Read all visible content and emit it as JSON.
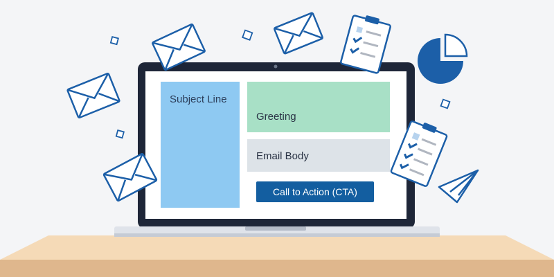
{
  "screen": {
    "subject_line": "Subject Line",
    "greeting": "Greeting",
    "email_body": "Email Body",
    "cta_label": "Call to Action (CTA)"
  },
  "colors": {
    "accent": "#135ea0",
    "icon_stroke": "#1c5fa8",
    "subject_bg": "#8ec9f2",
    "greeting_bg": "#a8e0c6",
    "body_bg": "#dde3e8",
    "bezel": "#1e2638",
    "desk": "#f3d6b0"
  }
}
